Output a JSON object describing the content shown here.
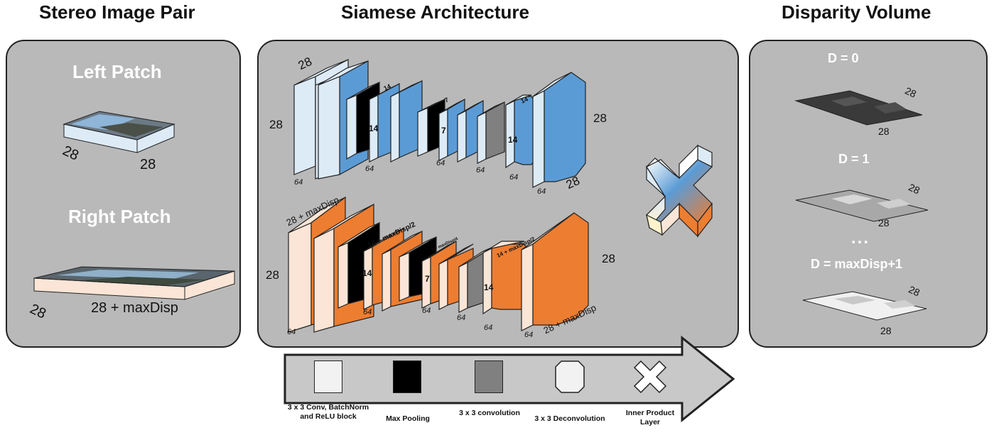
{
  "headings": {
    "stereo": "Stereo Image Pair",
    "siamese": "Siamese Architecture",
    "disparity": "Disparity Volume"
  },
  "stereo_panel": {
    "left_patch": {
      "title": "Left Patch",
      "side_a": "28",
      "side_b": "28"
    },
    "right_patch": {
      "title": "Right Patch",
      "side_a": "28",
      "side_b": "28 + maxDisp"
    }
  },
  "siamese_panel": {
    "top_branch": {
      "input_h": "28",
      "input_w": "28",
      "output_h": "28",
      "output_w": "28",
      "labels_64": [
        "64",
        "64",
        "64",
        "64",
        "64",
        "64"
      ],
      "mid_14_a": "14",
      "mid_14_b": "14",
      "mid_7_a": "7",
      "mid_7_b": "7",
      "mid_14_c": "14",
      "mid_14_d": "14"
    },
    "bottom_branch": {
      "input_h": "28",
      "input_w": "28 + maxDisp",
      "output_h": "28",
      "output_w": "28 + maxDisp",
      "labels_64": [
        "64",
        "64",
        "64",
        "64",
        "64",
        "64"
      ],
      "mid_14_a": "14 + maxDisp/2",
      "mid_14_b": "14",
      "mid_7_a": "7 + maxDisp/4",
      "mid_7_b": "7",
      "mid_14_c": "14 + maxDisp/2",
      "mid_14_d": "14"
    }
  },
  "disparity_panel": {
    "d0": "D = 0",
    "d1": "D = 1",
    "ellipsis": "...",
    "dmax": "D = maxDisp+1",
    "side": "28"
  },
  "legend": {
    "items": [
      {
        "icon": "conv-block-icon",
        "label": "3 x 3 Conv, BatchNorm and ReLU block",
        "color": "#f2f2f2"
      },
      {
        "icon": "max-pooling-icon",
        "label": "Max Pooling",
        "color": "#000000"
      },
      {
        "icon": "convolution-icon",
        "label": "3 x 3 convolution",
        "color": "#808080"
      },
      {
        "icon": "deconvolution-icon",
        "label": "3 x 3 Deconvolution",
        "color": "#f2f2f2"
      },
      {
        "icon": "inner-product-icon",
        "label": "Inner Product Layer",
        "color": "#ffffff"
      }
    ]
  },
  "colors": {
    "blue": "#5b9bd5",
    "blue_light": "#ddebf7",
    "orange": "#ed7d31",
    "orange_light": "#fbe5d6",
    "panel": "#b9b9b9"
  }
}
